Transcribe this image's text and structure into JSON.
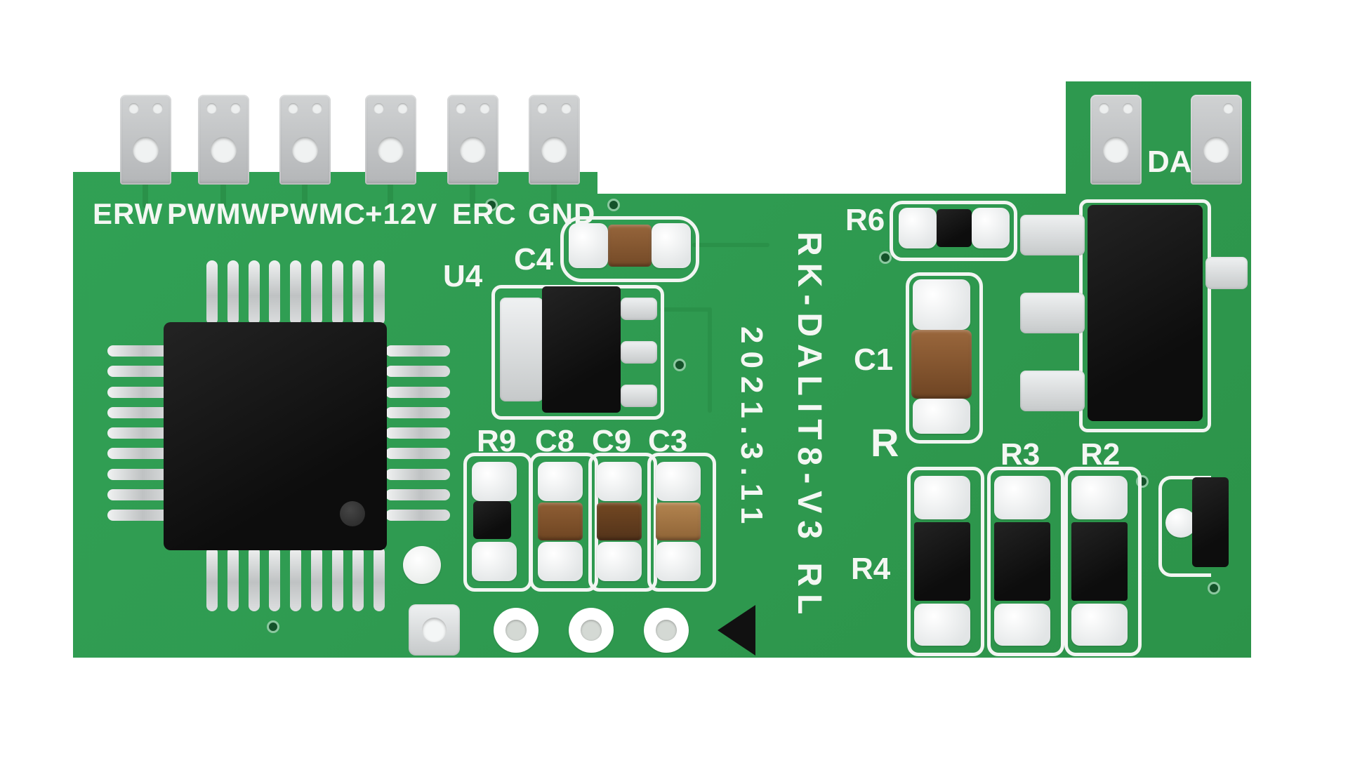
{
  "labels": {
    "terminals": [
      "ERW",
      "PWMW",
      "PWMC",
      "+12V",
      "ERC",
      "GND"
    ],
    "da": "DA",
    "refs": {
      "u4": "U4",
      "c4": "C4",
      "r9": "R9",
      "c8": "C8",
      "c9": "C9",
      "c3": "C3",
      "r6": "R6",
      "c1": "C1",
      "r": "R",
      "r3": "R3",
      "r2": "R2",
      "r4": "R4"
    },
    "model": "RK-DALIT8-V3 RL",
    "date": "2021.3.11"
  },
  "colors": {
    "board_green": "#2f9b51",
    "silkscreen": "#f4f7f3",
    "metal": "#c7c9ca",
    "ic_black": "#141414",
    "ceramic_brown": "#8a5a35",
    "ceramic_dark_brown": "#6b421f",
    "ceramic_tan": "#b08350"
  }
}
